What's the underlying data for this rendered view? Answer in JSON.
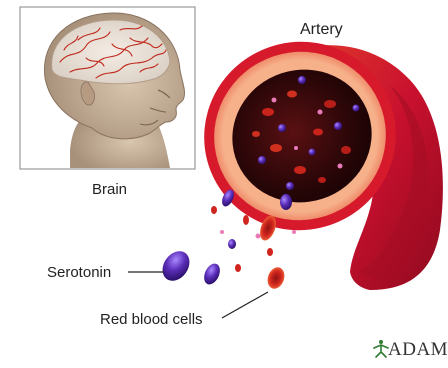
{
  "labels": {
    "brain": "Brain",
    "artery": "Artery",
    "serotonin": "Serotonin",
    "red_blood_cells": "Red blood cells"
  },
  "logo": {
    "text": "ADAM",
    "icon": "adam-figure-icon"
  },
  "colors": {
    "artery_wall": "#c8102e",
    "artery_inner": "#f4a27a",
    "lumen": "#3a0a0c",
    "serotonin": "#5b2db8",
    "red_blood_cell": "#d0241e",
    "brain_vessels": "#c0281c",
    "skin": "#d8c4ad"
  }
}
